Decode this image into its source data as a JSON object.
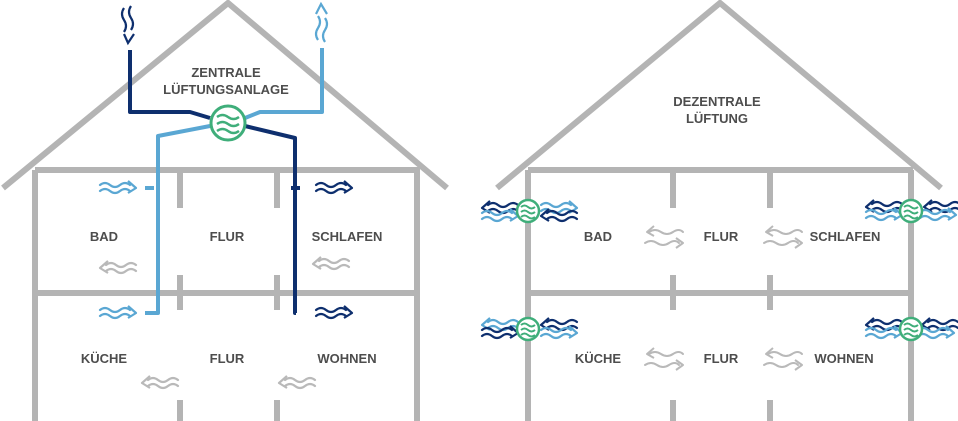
{
  "colors": {
    "wall": "#b4b4b4",
    "dark_blue": "#0e2f6e",
    "light_blue": "#5aa7d3",
    "green": "#3fae7a",
    "room_arrow": "#b9b9b9",
    "text": "#4d4d4d"
  },
  "left_house": {
    "title_line1": "ZENTRALE",
    "title_line2": "LÜFTUNGSANLAGE",
    "rooms": {
      "bad": "BAD",
      "flur_upper": "FLUR",
      "schlafen": "SCHLAFEN",
      "kueche": "KÜCHE",
      "flur_lower": "FLUR",
      "wohnen": "WOHNEN"
    },
    "icons": [
      "ventilation-unit-icon",
      "intake-air-icon",
      "exhaust-air-icon"
    ]
  },
  "right_house": {
    "title_line1": "DEZENTRALE",
    "title_line2": "LÜFTUNG",
    "rooms": {
      "bad": "BAD",
      "flur_upper": "FLUR",
      "schlafen": "SCHLAFEN",
      "kueche": "KÜCHE",
      "flur_lower": "FLUR",
      "wohnen": "WOHNEN"
    },
    "icons": [
      "decentral-fan-icon",
      "airflow-arrow-icon"
    ]
  }
}
